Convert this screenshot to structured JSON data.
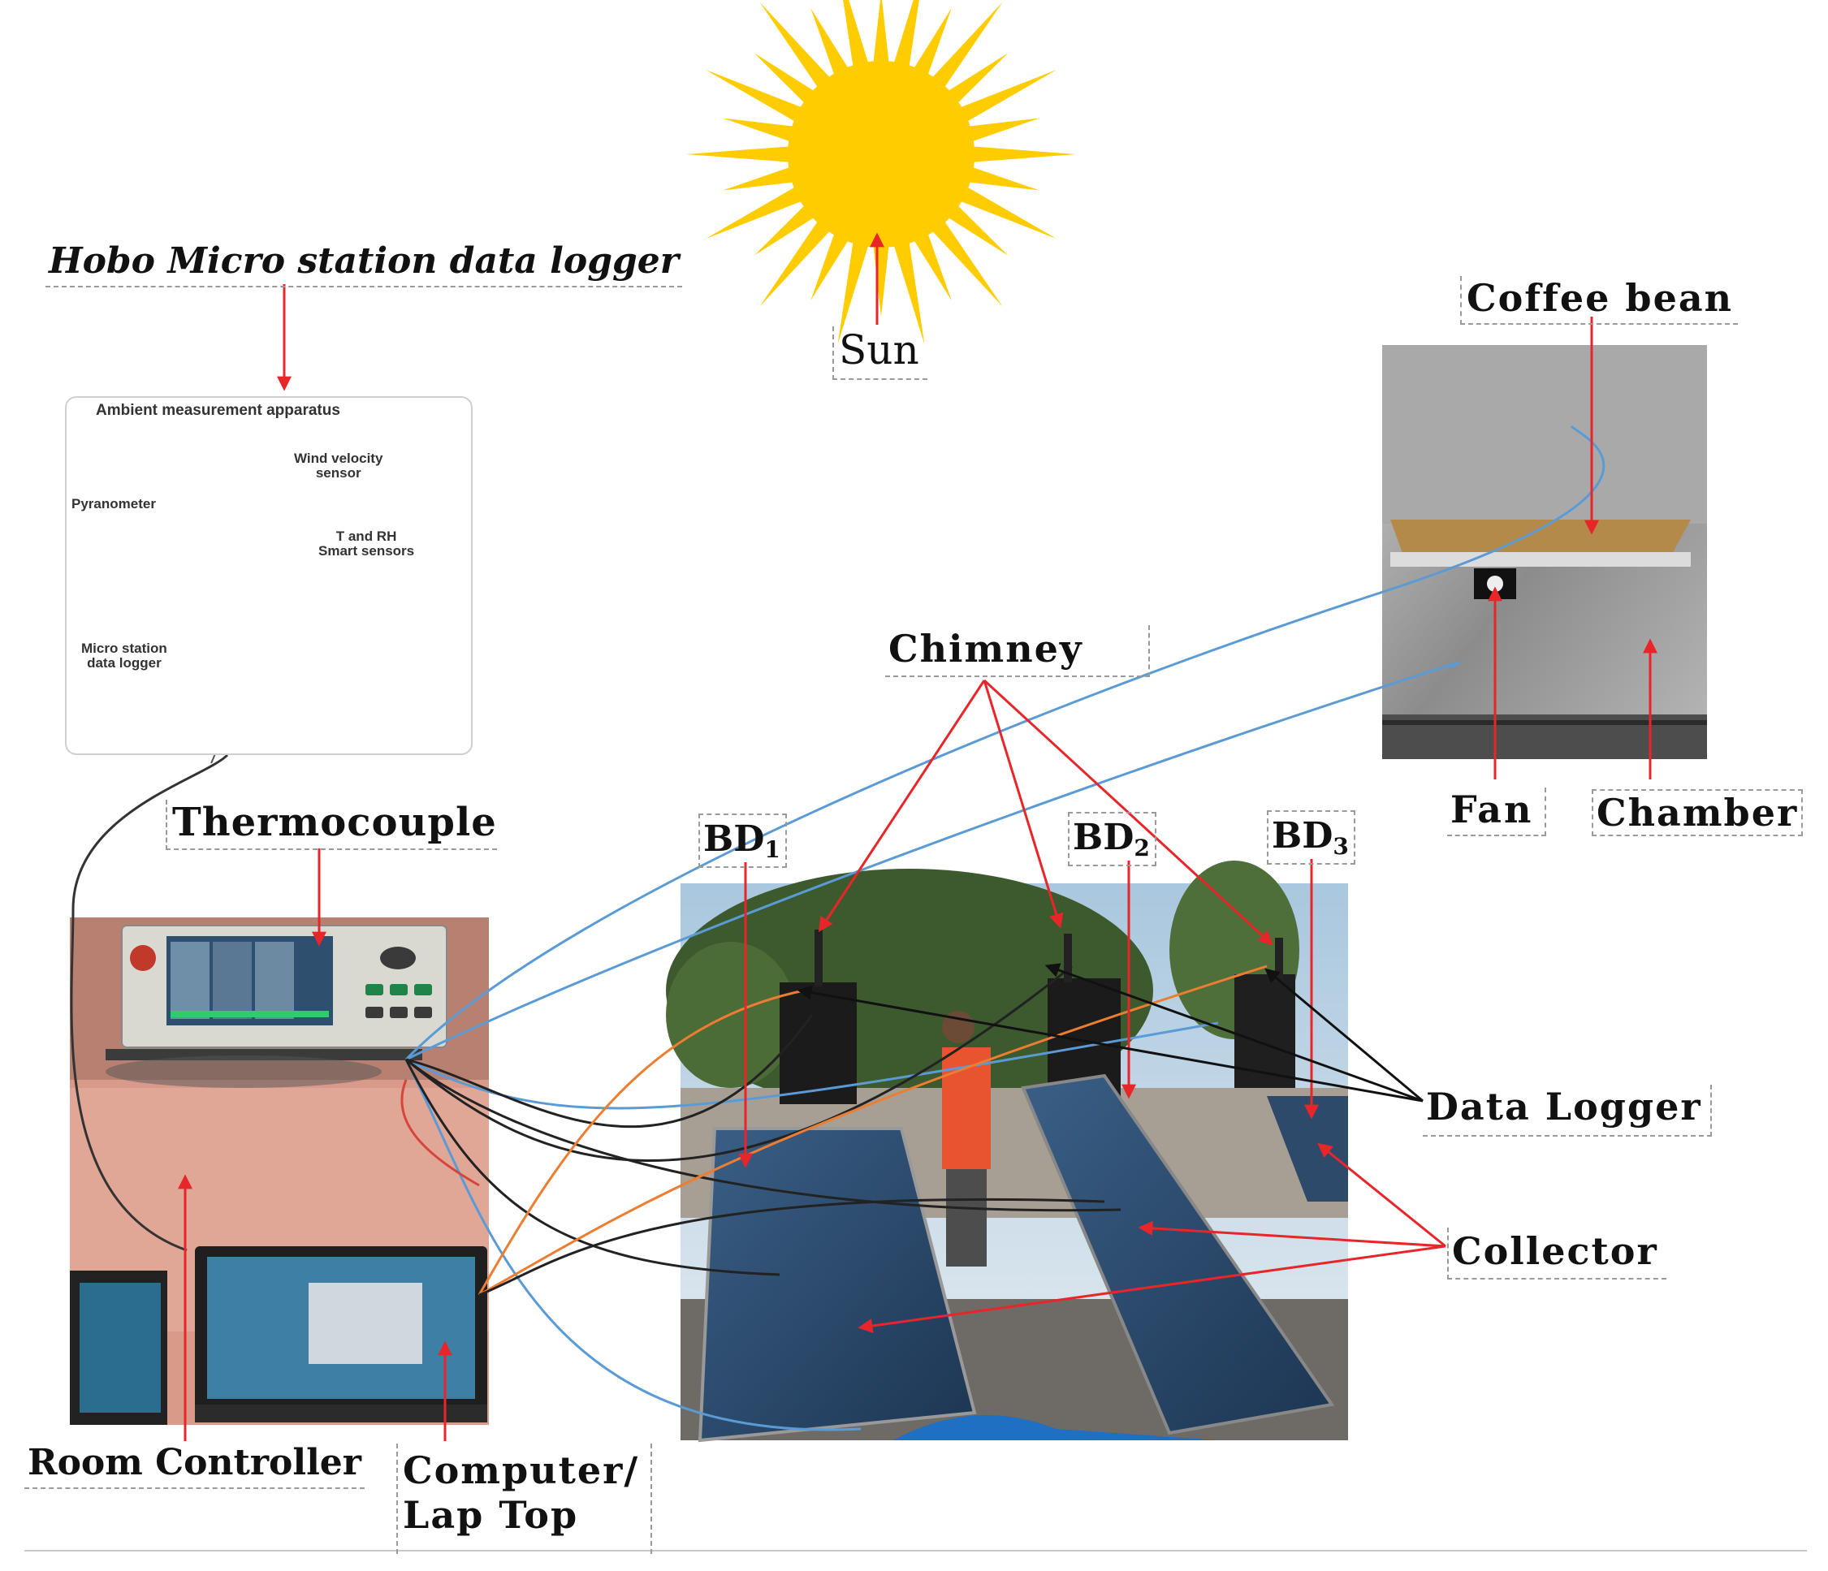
{
  "labels": {
    "hobo": "Hobo Micro station data logger",
    "sun": "Sun",
    "coffee_bean": "Coffee bean",
    "chimney": "Chimney",
    "thermocouple": "Thermocouple",
    "fan": "Fan",
    "chamber": "Chamber",
    "bd1_main": "BD",
    "bd1_sub": "1",
    "bd2_main": "BD",
    "bd2_sub": "2",
    "bd3_main": "BD",
    "bd3_sub": "3",
    "data_logger": "Data Logger",
    "collector": "Collector",
    "room_controller": "Room Controller",
    "computer_line1": "Computer/",
    "computer_line2": "Lap Top"
  },
  "inset": {
    "title": "Ambient measurement apparatus",
    "wind": "Wind velocity",
    "wind2": "sensor",
    "pyranometer": "Pyranometer",
    "trh1": "T and RH",
    "trh2": "Smart sensors",
    "micro1": "Micro station",
    "micro2": "data logger"
  },
  "colors": {
    "arrow": "#e8262a",
    "cable_blue": "#5b9bd5",
    "cable_black": "#222222",
    "cable_orange": "#ed7d31",
    "sun": "#ffcc00"
  }
}
